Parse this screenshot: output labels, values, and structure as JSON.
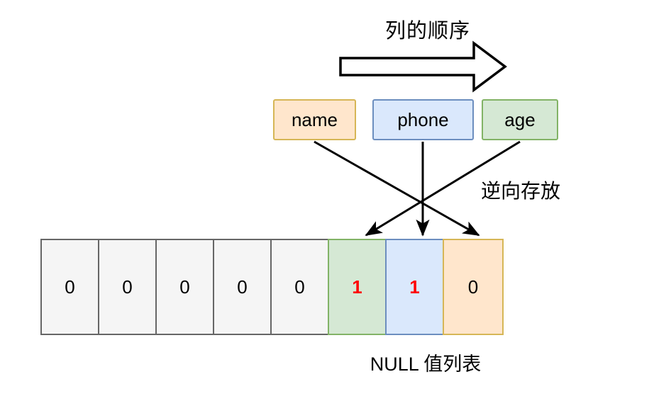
{
  "diagram": {
    "order_title": "列的顺序",
    "reverse_label": "逆向存放",
    "null_caption": "NULL 值列表",
    "columns": [
      {
        "label": "name",
        "fill": "#ffe6cc",
        "stroke": "#d6b656"
      },
      {
        "label": "phone",
        "fill": "#dae8fc",
        "stroke": "#6c8ebf"
      },
      {
        "label": "age",
        "fill": "#d5e8d4",
        "stroke": "#82b366"
      }
    ],
    "null_list": {
      "cells": [
        {
          "value": "0",
          "kind": "gray",
          "fill": "#f5f5f5",
          "stroke": "#666666",
          "text_color": "#000000"
        },
        {
          "value": "0",
          "kind": "gray",
          "fill": "#f5f5f5",
          "stroke": "#666666",
          "text_color": "#000000"
        },
        {
          "value": "0",
          "kind": "gray",
          "fill": "#f5f5f5",
          "stroke": "#666666",
          "text_color": "#000000"
        },
        {
          "value": "0",
          "kind": "gray",
          "fill": "#f5f5f5",
          "stroke": "#666666",
          "text_color": "#000000"
        },
        {
          "value": "0",
          "kind": "gray",
          "fill": "#f5f5f5",
          "stroke": "#666666",
          "text_color": "#000000"
        },
        {
          "value": "1",
          "kind": "green",
          "fill": "#d5e8d4",
          "stroke": "#82b366",
          "text_color": "#ff0000"
        },
        {
          "value": "1",
          "kind": "blue",
          "fill": "#dae8fc",
          "stroke": "#6c8ebf",
          "text_color": "#ff0000"
        },
        {
          "value": "0",
          "kind": "orange",
          "fill": "#ffe6cc",
          "stroke": "#d6b656",
          "text_color": "#000000"
        }
      ]
    },
    "mappings": [
      {
        "from": "name",
        "to_cell_index": 7
      },
      {
        "from": "phone",
        "to_cell_index": 6
      },
      {
        "from": "age",
        "to_cell_index": 5
      }
    ],
    "big_arrow": {
      "direction": "right",
      "fill": "#ffffff",
      "stroke": "#000000"
    }
  }
}
